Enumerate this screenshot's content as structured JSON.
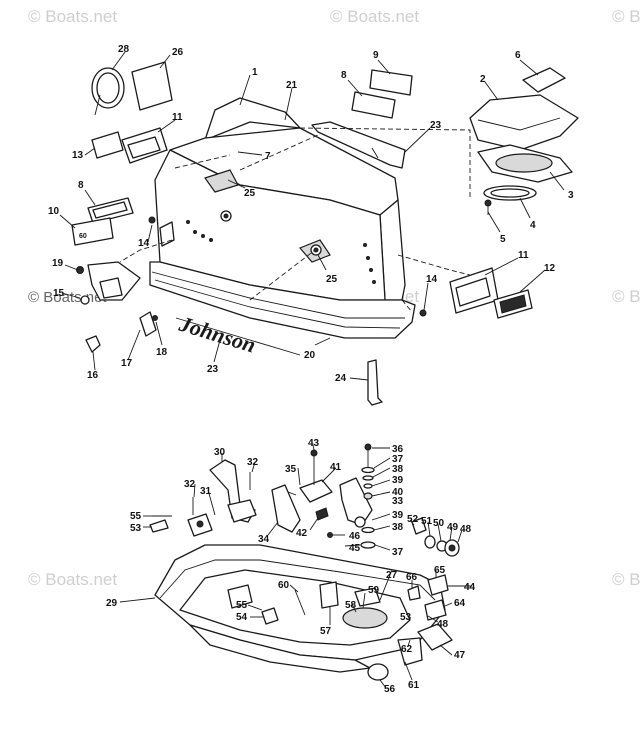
{
  "watermark": "© Boats.net",
  "logo_text": "Johnson",
  "decal_text": "60",
  "callouts": [
    {
      "id": "c1",
      "label": "1"
    },
    {
      "id": "c2",
      "label": "2"
    },
    {
      "id": "c3",
      "label": "3"
    },
    {
      "id": "c4",
      "label": "4"
    },
    {
      "id": "c5",
      "label": "5"
    },
    {
      "id": "c6",
      "label": "6"
    },
    {
      "id": "c7",
      "label": "7"
    },
    {
      "id": "c8a",
      "label": "8"
    },
    {
      "id": "c8b",
      "label": "8"
    },
    {
      "id": "c9",
      "label": "9"
    },
    {
      "id": "c10",
      "label": "10"
    },
    {
      "id": "c11a",
      "label": "11"
    },
    {
      "id": "c11b",
      "label": "11"
    },
    {
      "id": "c12",
      "label": "12"
    },
    {
      "id": "c13",
      "label": "13"
    },
    {
      "id": "c14a",
      "label": "14"
    },
    {
      "id": "c14b",
      "label": "14"
    },
    {
      "id": "c15",
      "label": "15"
    },
    {
      "id": "c16",
      "label": "16"
    },
    {
      "id": "c17",
      "label": "17"
    },
    {
      "id": "c18",
      "label": "18"
    },
    {
      "id": "c19",
      "label": "19"
    },
    {
      "id": "c20",
      "label": "20"
    },
    {
      "id": "c21",
      "label": "21"
    },
    {
      "id": "c23a",
      "label": "23"
    },
    {
      "id": "c23b",
      "label": "23"
    },
    {
      "id": "c24",
      "label": "24"
    },
    {
      "id": "c25a",
      "label": "25"
    },
    {
      "id": "c25b",
      "label": "25"
    },
    {
      "id": "c26",
      "label": "26"
    },
    {
      "id": "c28",
      "label": "28"
    },
    {
      "id": "c29",
      "label": "29"
    },
    {
      "id": "c30",
      "label": "30"
    },
    {
      "id": "c31",
      "label": "31"
    },
    {
      "id": "c32a",
      "label": "32"
    },
    {
      "id": "c32b",
      "label": "32"
    },
    {
      "id": "c33",
      "label": "33"
    },
    {
      "id": "c34",
      "label": "34"
    },
    {
      "id": "c35",
      "label": "35"
    },
    {
      "id": "c36",
      "label": "36"
    },
    {
      "id": "c37a",
      "label": "37"
    },
    {
      "id": "c37b",
      "label": "37"
    },
    {
      "id": "c38a",
      "label": "38"
    },
    {
      "id": "c38b",
      "label": "38"
    },
    {
      "id": "c39a",
      "label": "39"
    },
    {
      "id": "c39b",
      "label": "39"
    },
    {
      "id": "c40",
      "label": "40"
    },
    {
      "id": "c41",
      "label": "41"
    },
    {
      "id": "c42",
      "label": "42"
    },
    {
      "id": "c43",
      "label": "43"
    },
    {
      "id": "c44",
      "label": "44"
    },
    {
      "id": "c45",
      "label": "45"
    },
    {
      "id": "c46",
      "label": "46"
    },
    {
      "id": "c47",
      "label": "47"
    },
    {
      "id": "c48a",
      "label": "48"
    },
    {
      "id": "c48b",
      "label": "48"
    },
    {
      "id": "c49",
      "label": "49"
    },
    {
      "id": "c50",
      "label": "50"
    },
    {
      "id": "c51",
      "label": "51"
    },
    {
      "id": "c52",
      "label": "52"
    },
    {
      "id": "c53a",
      "label": "53"
    },
    {
      "id": "c53b",
      "label": "53"
    },
    {
      "id": "c54",
      "label": "54"
    },
    {
      "id": "c55a",
      "label": "55"
    },
    {
      "id": "c55b",
      "label": "55"
    },
    {
      "id": "c56",
      "label": "56"
    },
    {
      "id": "c57",
      "label": "57"
    },
    {
      "id": "c58",
      "label": "58"
    },
    {
      "id": "c59",
      "label": "59"
    },
    {
      "id": "c60",
      "label": "60"
    },
    {
      "id": "c61",
      "label": "61"
    },
    {
      "id": "c62",
      "label": "62"
    },
    {
      "id": "c64",
      "label": "64"
    },
    {
      "id": "c65",
      "label": "65"
    },
    {
      "id": "c66",
      "label": "66"
    }
  ]
}
